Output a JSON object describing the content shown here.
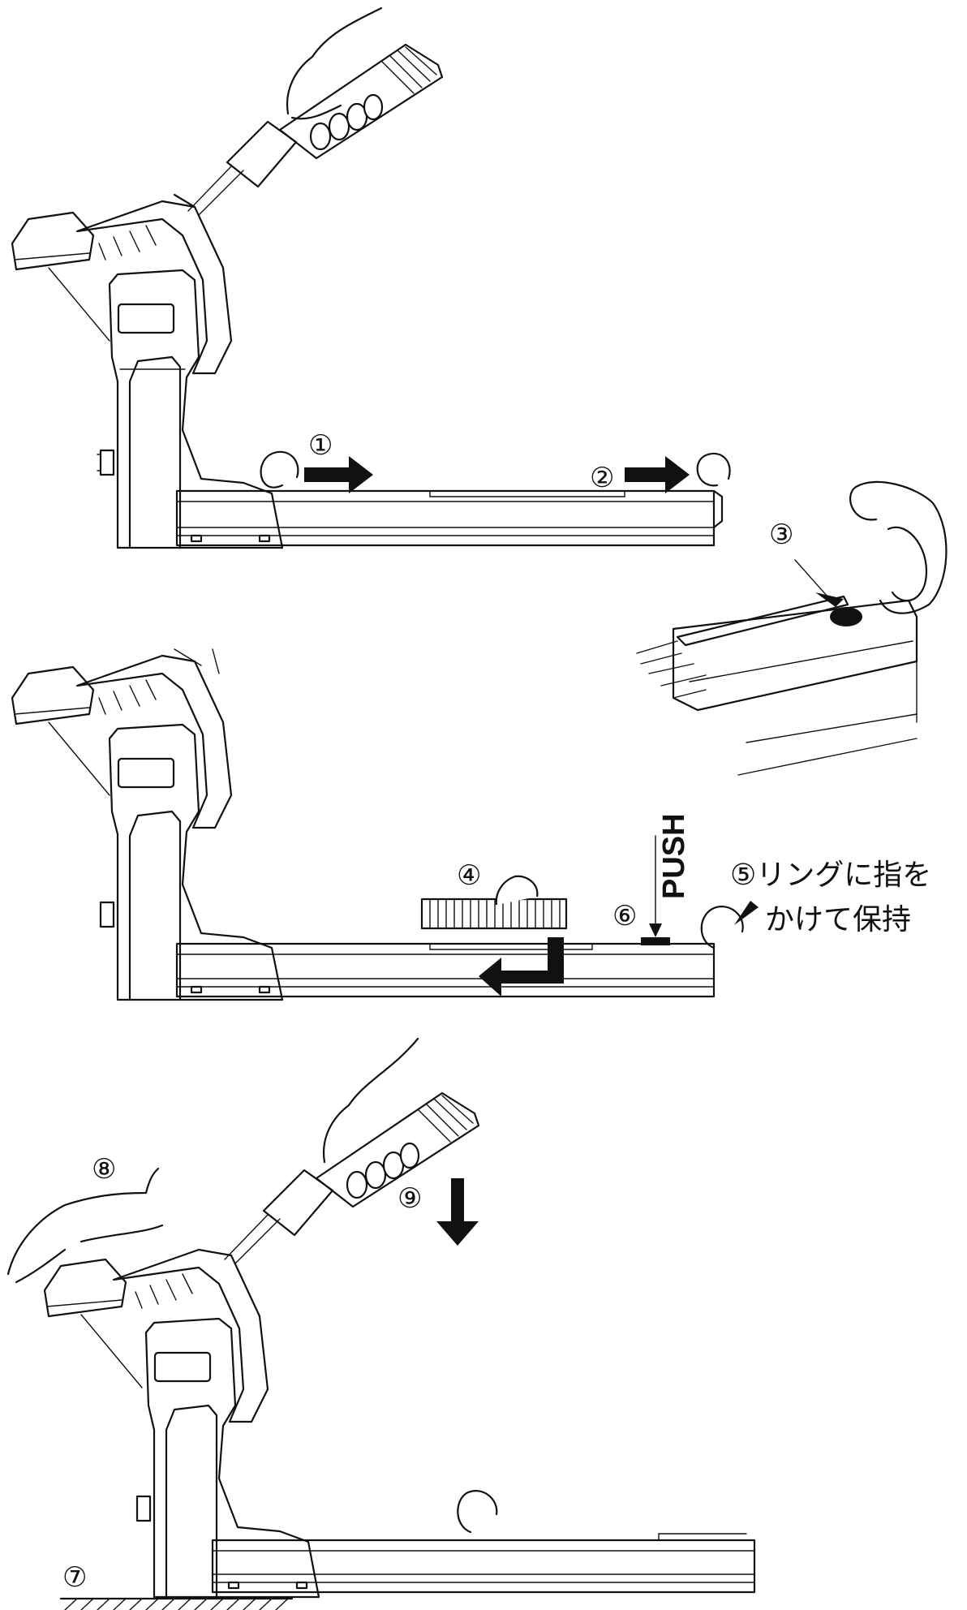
{
  "steps": {
    "s1": "①",
    "s2": "②",
    "s3": "③",
    "s4": "④",
    "s6": "⑥",
    "s7": "⑦",
    "s8": "⑧",
    "s9": "⑨"
  },
  "push_label": "PUSH",
  "note_line1": "⑤リングに指を",
  "note_line2": "かけて保持"
}
